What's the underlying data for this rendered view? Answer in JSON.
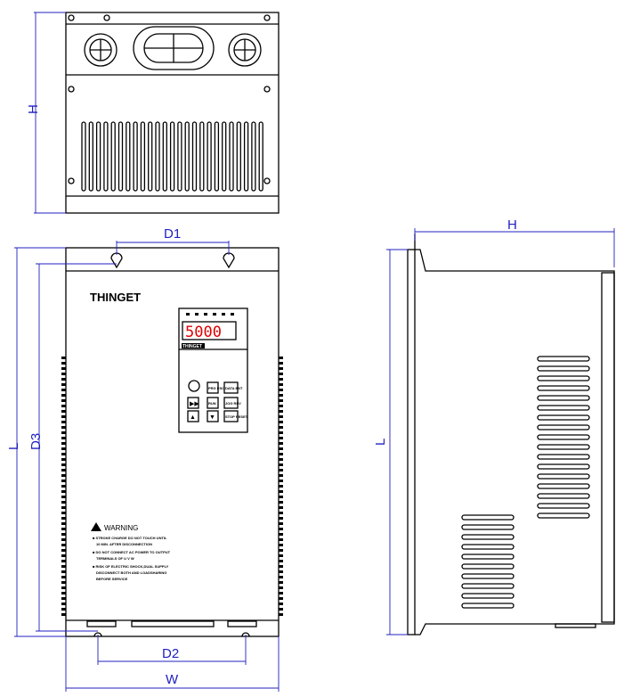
{
  "dimensions": {
    "top_height": "H",
    "front_width_holes": "D1",
    "front_height_holes": "D3",
    "front_length": "L",
    "bottom_holes": "D2",
    "width": "W",
    "side_depth": "H",
    "side_length": "L"
  },
  "brand": "THINGET",
  "keypad": {
    "display": "5000",
    "brand": "THINGET",
    "keys": [
      "PRG ESC",
      "DATA ENT",
      "RUN",
      "JOG REV",
      "STOP RESET"
    ]
  },
  "warning": {
    "title": "WARNING",
    "lines": [
      "STROKE CHARGE DO NOT TOUCH UNTIL",
      "10 MIN. AFTER DISCONNECTION",
      "DO NOT CONNECT AC POWER TO OUTPUT",
      "TERMINALS OF U V W",
      "RISK OF ELECTRIC SHOCK,DUAL SUPPLY",
      "DISCONNECT BOTH AND LOADSHARING",
      "BEFORE SERVICE"
    ]
  }
}
